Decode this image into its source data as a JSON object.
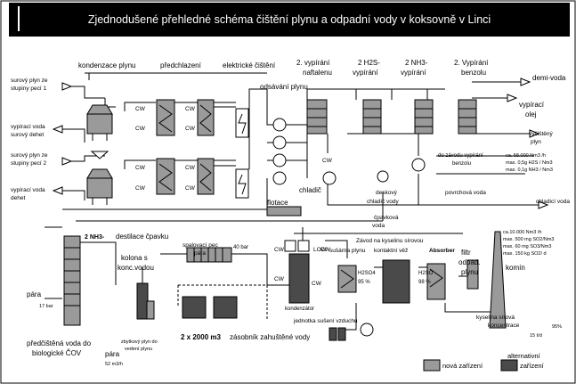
{
  "title": "Zjednodušené přehledné schéma čištění plynu a odpadní vody v koksovně v Linci",
  "labels": {
    "kondenzace": "kondenzace plynu",
    "predchlazeni": "předchlazení",
    "elektricke": "elektrické čištění",
    "odsavani": "odsávání plynu",
    "vypirani_naftalenu_1": "2. vypírání",
    "vypirani_naftalenu_2": "naftalenu",
    "h2s_1": "2 H2S-",
    "h2s_2": "vypírání",
    "nh3_1": "2 NH3-",
    "nh3_2": "vypírání",
    "benzol_1": "2. Vypírání",
    "benzol_2": "benzolu",
    "demi": "demi-voda",
    "vypiraci_olej_1": "vypírací",
    "vypiraci_olej_2": "olej",
    "surovy1_1": "surový plyn ze",
    "surovy1_2": "stupiny pecí 1",
    "surovy2_1": "surový plyn ze",
    "surovy2_2": "stupiny pecí 2",
    "voda_dehet1_1": "vypírací voda",
    "voda_dehet1_2": "surový dehet",
    "voda_dehet2_1": "vypírací voda",
    "voda_dehet2_2": "dehet",
    "cw": "CW",
    "chladic": "chladič",
    "vycisteny_1": "vyčištěný",
    "vycisteny_2": "plyn",
    "spec_1": "ca.   58.000 Nm3 /h",
    "spec_2": "max. 0,5g  H2S / Nm3",
    "spec_3": "max. 0,1g  NH3 / Nm3",
    "do_zavodu_1": "do závodu vypírání",
    "do_zavodu_2": "benzolu",
    "deskovy_1": "deskový",
    "deskovy_2": "chladič vody",
    "povrchova": "povrchová voda",
    "chladici_voda": "chladicí voda",
    "flotace": "flotace",
    "cpavkova_1": "čpavková",
    "cpavkova_2": "voda",
    "destilace": "destilace čpavku",
    "nh3_dest": "2 NH3-",
    "spalovaci_1": "spalovací pec",
    "spalovaci_2": "pára",
    "bar40": "40 bar",
    "kolona_1": "kolona s",
    "kolona_2": "konc.vodou",
    "para": "pára",
    "bar17": "17 bar",
    "predcistena_1": "předčištěná voda do",
    "predcistena_2": "biologické ČOV",
    "zbytkovy_1": "zbytkový plyn do",
    "zbytkovy_2": "vedení plynu",
    "para2": "pára",
    "para2_flow": "52 m3/h",
    "zasobnik_count": "2 x 2000 m3",
    "zasobnik": "zásobník zahuštěné vody",
    "susarna": "sušárna plynu",
    "zavod": "Závod na kyselinu sírovou",
    "kontaktni": "kontaktní věž",
    "absorber": "Absorber",
    "h2so4_1": "H2SO4",
    "h2so4_1_pct": "95 %",
    "h2so4_2": "H2SO",
    "h2so4_2_pct": "98 %",
    "kondenzator": "kondenzátor",
    "jednotka": "jednotka sušení vzduchu",
    "low": "LOW",
    "filtr_1": "filtr",
    "filtr_2": "odpad.",
    "filtr_3": "plynu",
    "komin": "komín",
    "komin_spec_1": "ca.10.000 Nm3 /h",
    "komin_spec_2": "max.  500 mg SO2/Nm3",
    "komin_spec_3": "max.   60 mg SO3/Nm3",
    "komin_spec_4": "max.  150 kg  SO2/ d",
    "kyselina_1": "kyselina sírová",
    "kyselina_2": "koncentrace",
    "kyselina_3": "15 t/d",
    "kyselina_pct": "95%",
    "legend_new": "nová zařízení",
    "legend_alt_1": "alternativní",
    "legend_alt_2": "zařízení"
  },
  "colors": {
    "equipment": "#9a9a9a",
    "equipment_dark": "#4a4a4a",
    "title_bg": "#000000",
    "title_fg": "#ffffff"
  }
}
